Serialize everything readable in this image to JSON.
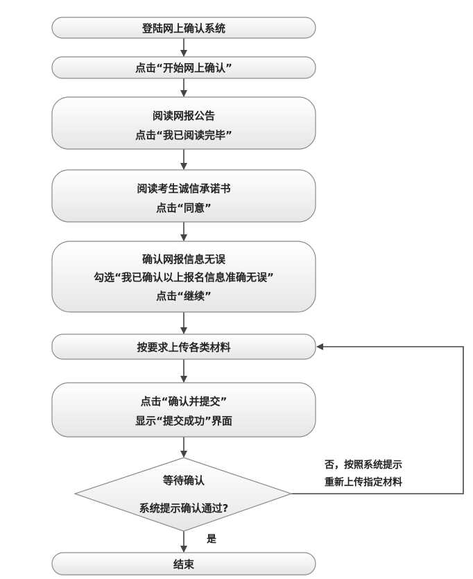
{
  "steps": [
    {
      "lines": [
        "登陆网上确认系统"
      ]
    },
    {
      "lines": [
        "点击“开始网上确认”"
      ]
    },
    {
      "lines": [
        "阅读网报公告",
        "点击“我已阅读完毕”"
      ]
    },
    {
      "lines": [
        "阅读考生诚信承诺书",
        "点击“同意”"
      ]
    },
    {
      "lines": [
        "确认网报信息无误",
        "勾选“我已确认以上报名信息准确无误”",
        "点击“继续”"
      ]
    },
    {
      "lines": [
        "按要求上传各类材料"
      ]
    },
    {
      "lines": [
        "点击“确认并提交”",
        "显示“提交成功”界面"
      ]
    }
  ],
  "decision": {
    "lines": [
      "等待确认",
      "系统提示确认通过?"
    ]
  },
  "no_branch": {
    "lines": [
      "否，按照系统提示",
      "重新上传指定材料"
    ]
  },
  "yes_label": "是",
  "end": {
    "label": "结束"
  }
}
